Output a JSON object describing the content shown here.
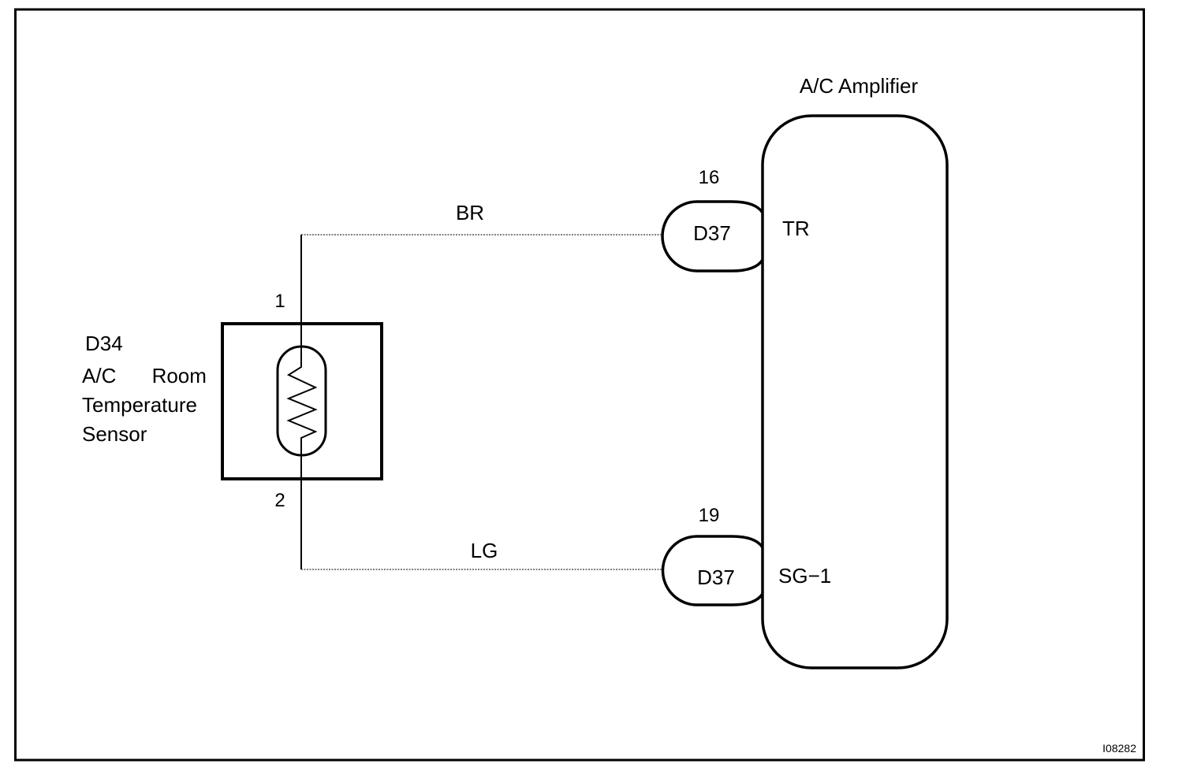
{
  "amplifier": {
    "label": "A/C Amplifier",
    "terminals": [
      {
        "name": "TR"
      },
      {
        "name": "SG−1"
      }
    ]
  },
  "connectors": [
    {
      "pin": "16",
      "id": "D37"
    },
    {
      "pin": "19",
      "id": "D37"
    }
  ],
  "wires": [
    {
      "color_code": "BR"
    },
    {
      "color_code": "LG"
    }
  ],
  "sensor": {
    "id": "D34",
    "name_lines": [
      "A/C Room",
      "Temperature",
      "Sensor"
    ],
    "pins": [
      "1",
      "2"
    ]
  },
  "figure_code": "I08282"
}
